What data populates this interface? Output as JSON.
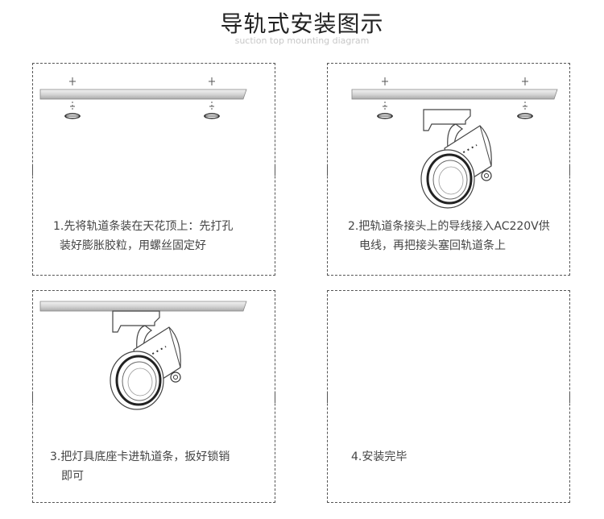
{
  "header": {
    "title": "导轨式安装图示",
    "subtitle": "suction top mounting diagram"
  },
  "steps": [
    {
      "line1": "1.先将轨道条装在天花顶上：先打孔",
      "line2": "装好膨胀胶粒，用螺丝固定好"
    },
    {
      "line1": "2.把轨道条接头上的导线接入AC220V供",
      "line2": "电线，再把接头塞回轨道条上"
    },
    {
      "line1": "3.把灯具底座卡进轨道条，扳好锁销",
      "line2": "即可"
    },
    {
      "line1": "4.安装完毕",
      "line2": ""
    }
  ],
  "colors": {
    "rail": "#d8d8d8",
    "line": "#555555",
    "subtitle": "#c8c8c8"
  }
}
